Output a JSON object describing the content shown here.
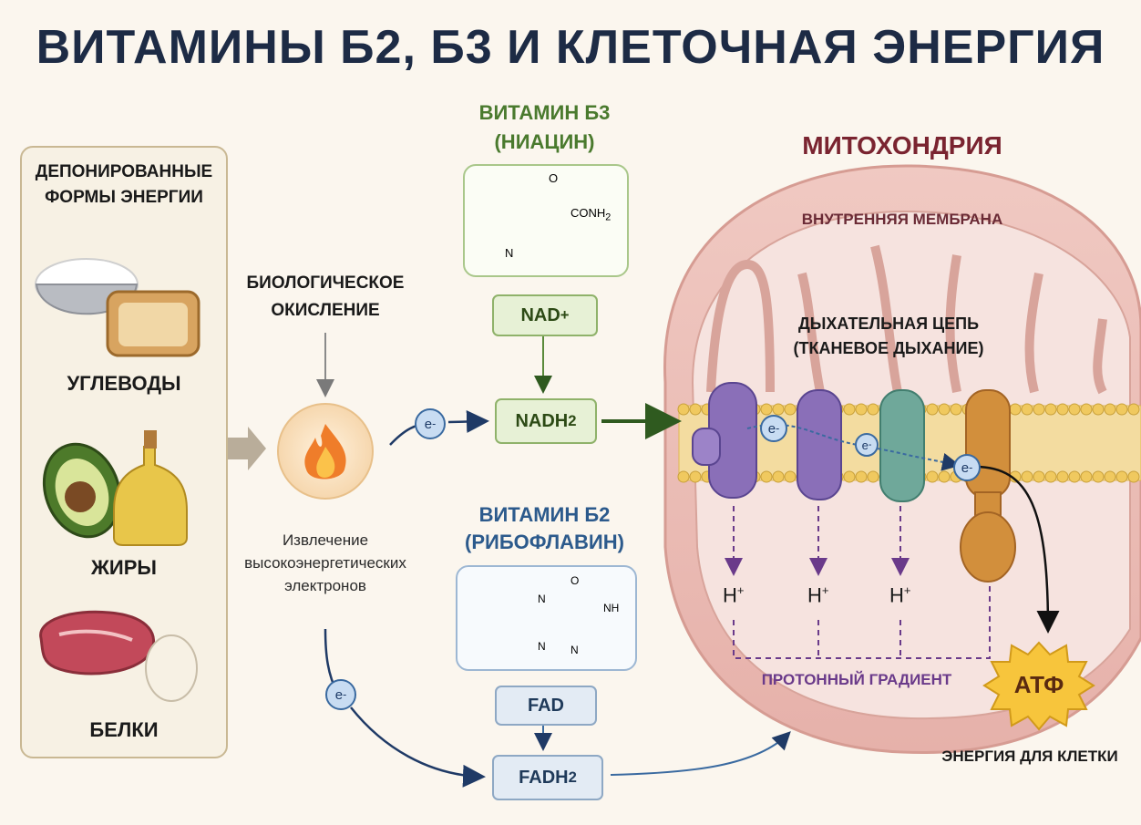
{
  "title": "ВИТАМИНЫ Б2, Б3 И КЛЕТОЧНАЯ ЭНЕРГИЯ",
  "storage": {
    "heading_line1": "ДЕПОНИРОВАННЫЕ",
    "heading_line2": "ФОРМЫ ЭНЕРГИИ",
    "items": [
      {
        "label": "УГЛЕВОДЫ",
        "icon": "rice-bread-icon"
      },
      {
        "label": "ЖИРЫ",
        "icon": "avocado-oil-icon"
      },
      {
        "label": "БЕЛКИ",
        "icon": "meat-egg-icon"
      }
    ]
  },
  "oxidation": {
    "label_line1": "БИОЛОГИЧЕСКОЕ",
    "label_line2": "ОКИСЛЕНИЕ",
    "icon": "flame-icon",
    "caption_line1": "Извлечение",
    "caption_line2": "высокоэнергетических",
    "caption_line3": "электронов"
  },
  "electron_symbol": "e",
  "electron_sup": "-",
  "b3": {
    "title_line1": "ВИТАМИН Б3",
    "title_line2": "(НИАЦИН)",
    "struct_o": "O",
    "struct_conh2": "CONH",
    "struct_conh2_sub": "2",
    "struct_n": "N",
    "nad": "NAD",
    "nad_sup": "+",
    "nadh": "NADH",
    "nadh_sub": "2"
  },
  "b2": {
    "title_line1": "ВИТАМИН Б2",
    "title_line2": "(РИБОФЛАВИН)",
    "struct_n": "N",
    "struct_o": "O",
    "struct_nh": "NH",
    "fad": "FAD",
    "fadh": "FADH",
    "fadh_sub": "2"
  },
  "mito": {
    "title": "МИТОХОНДРИЯ",
    "inner_membrane": "ВНУТРЕННЯЯ МЕМБРАНА",
    "chain_line1": "ДЫХАТЕЛЬНАЯ ЦЕПЬ",
    "chain_line2": "(ТКАНЕВОЕ ДЫХАНИЕ)",
    "proton": "H",
    "proton_sup": "+",
    "gradient": "ПРОТОННЫЙ ГРАДИЕНТ",
    "atp": "АТФ",
    "energy": "ЭНЕРГИЯ ДЛЯ КЛЕТКИ"
  },
  "colors": {
    "title": "#1d2b45",
    "mito_title": "#7a2430",
    "b3_title": "#4a7a2e",
    "b2_title": "#2c5a8c",
    "arrow": "#1f3a66",
    "complex1": "#8a6fb8",
    "complex3": "#6fa89a",
    "complex4": "#d28f3c",
    "gradient": "#6a3a8a"
  }
}
